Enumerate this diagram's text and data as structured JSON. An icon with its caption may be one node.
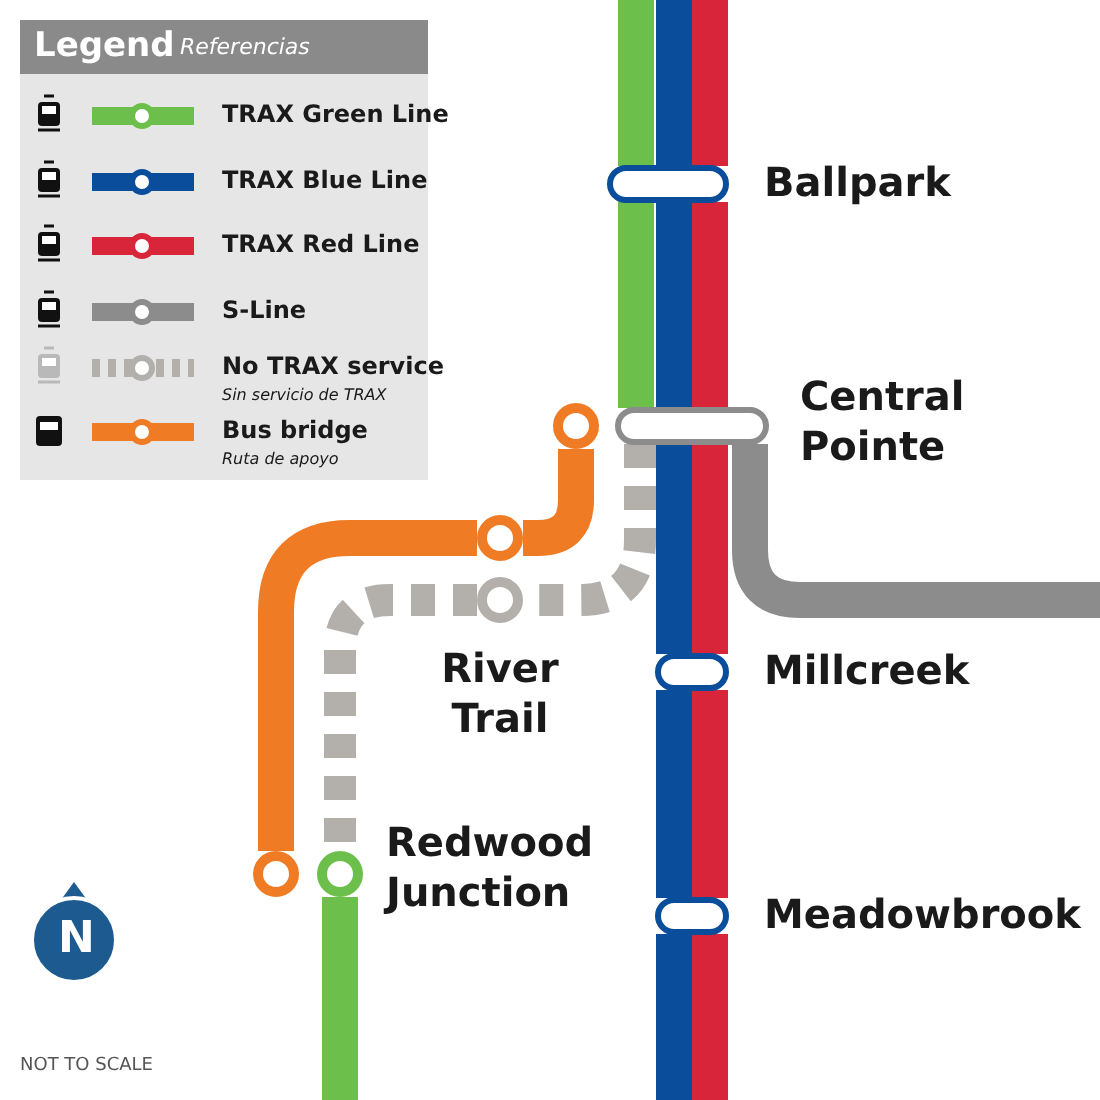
{
  "diagram": {
    "nodes": [
      {
        "text": [],
        "shape": "box",
        "beside": [
          "Ballpark"
        ]
      },
      {
        "text": [],
        "shape": "box",
        "beside": [
          "Central Pointe"
        ]
      },
      {
        "text": [],
        "shape": "box",
        "beside": [
          "Millcreek"
        ]
      },
      {
        "text": [],
        "shape": "box",
        "beside": [
          "Meadowbrook"
        ]
      },
      {
        "text": [],
        "shape": "circle",
        "beside": [
          "River Trail"
        ]
      },
      {
        "text": [],
        "shape": "circle",
        "beside": [
          "Redwood Junction"
        ]
      },
      {
        "text": [],
        "shape": "circle"
      },
      {
        "text": [],
        "shape": "circle"
      },
      {
        "text": [],
        "shape": "circle"
      }
    ],
    "edges": [
      {
        "from": null,
        "to": 0,
        "arrow": "none",
        "color": "#6cbf4b"
      },
      {
        "from": null,
        "to": 0,
        "arrow": "none",
        "color": "#0a4e9b"
      },
      {
        "from": null,
        "to": 0,
        "arrow": "none",
        "color": "#d9253a"
      },
      {
        "from": 0,
        "to": 1,
        "arrow": "none",
        "color": "#6cbf4b"
      },
      {
        "from": 0,
        "to": 1,
        "arrow": "none",
        "color": "#0a4e9b"
      },
      {
        "from": 0,
        "to": 1,
        "arrow": "none",
        "color": "#d9253a"
      },
      {
        "from": 1,
        "to": 2,
        "arrow": "none",
        "color": "#0a4e9b"
      },
      {
        "from": 1,
        "to": 2,
        "arrow": "none",
        "color": "#d9253a"
      },
      {
        "from": 2,
        "to": 3,
        "arrow": "none",
        "color": "#0a4e9b"
      },
      {
        "from": 2,
        "to": 3,
        "arrow": "none",
        "color": "#d9253a"
      },
      {
        "from": 3,
        "to": null,
        "arrow": "none",
        "color": "#0a4e9b"
      },
      {
        "from": 3,
        "to": null,
        "arrow": "none",
        "color": "#d9253a"
      },
      {
        "from": 1,
        "to": null,
        "arrow": "none",
        "color": "#8c8c8c"
      },
      {
        "from": 1,
        "to": 4,
        "arrow": "none",
        "style": "dashed",
        "color": "#b3b0ab"
      },
      {
        "from": 4,
        "to": 5,
        "arrow": "none",
        "style": "dashed",
        "color": "#b3b0ab"
      },
      {
        "from": 5,
        "to": null,
        "arrow": "none",
        "color": "#6cbf4b"
      },
      {
        "from": 6,
        "to": 7,
        "arrow": "none",
        "color": "#ef7b24"
      },
      {
        "from": 7,
        "to": 8,
        "arrow": "none",
        "color": "#ef7b24"
      }
    ],
    "labels": [
      "Legend",
      "Referencias",
      "Sin servicio de TRAX",
      "Ruta de apoyo",
      "N",
      "NOT TO SCALE"
    ],
    "legend": [
      {
        "text": "TRAX Green Line"
      },
      {
        "text": "TRAX Blue Line"
      },
      {
        "text": "TRAX Red Line"
      },
      {
        "text": "S-Line"
      },
      {
        "text": "No TRAX service"
      },
      {
        "text": "Bus bridge"
      }
    ]
  }
}
